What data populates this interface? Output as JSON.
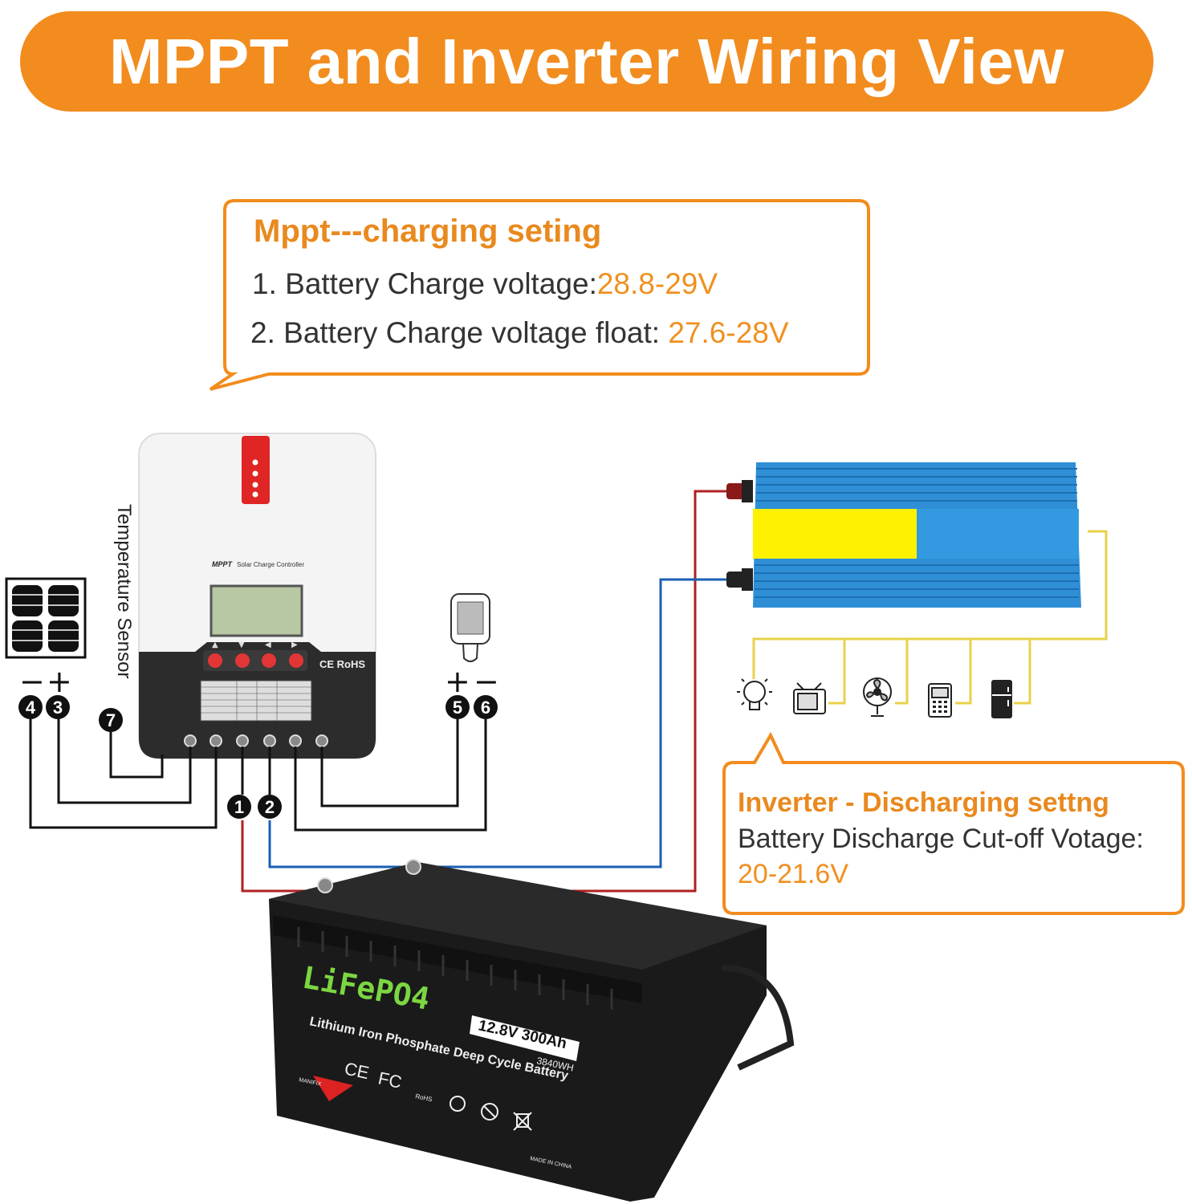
{
  "title": "MPPT and Inverter Wiring View",
  "mppt_callout": {
    "heading": "Mppt---charging seting",
    "line1_label": "1. Battery Charge voltage:",
    "line1_value": "28.8-29V",
    "line2_label": "2. Battery Charge voltage float: ",
    "line2_value": "27.6-28V"
  },
  "inverter_callout": {
    "heading": "Inverter - Discharging settng",
    "line": "Battery Discharge Cut-off Votage:",
    "value": "20-21.6V"
  },
  "controller": {
    "brand": "MPPT",
    "subtitle": "Solar Charge Controller",
    "cert": "CE RoHS"
  },
  "temperature_sensor_label": "Temperature Sensor",
  "terminals": {
    "t1": "1",
    "t2": "2",
    "t3": "3",
    "t4": "4",
    "t5": "5",
    "t6": "6",
    "t7": "7",
    "solar_minus": "−",
    "solar_plus": "+",
    "load_plus": "+",
    "load_minus": "−"
  },
  "battery": {
    "chem": "LiFePO4",
    "description": "Lithium Iron Phosphate Deep Cycle Battery",
    "rating": "12.8V 300Ah",
    "energy": "3840WH",
    "brand": "MANIFIX",
    "origin": "MADE IN CHINA",
    "cert_ce": "CE",
    "cert_fc": "FC",
    "cert_rohs": "RoHS"
  },
  "loads": [
    "light-bulb-icon",
    "tv-icon",
    "fan-icon",
    "phone-icon",
    "fridge-icon"
  ],
  "colors": {
    "orange": "#f28c1e",
    "wire_red": "#b02020",
    "wire_blue": "#1a5fb4",
    "wire_yellow": "#e8d24a",
    "inverter_blue": "#2e8fd6",
    "inverter_yellow": "#fff200"
  }
}
